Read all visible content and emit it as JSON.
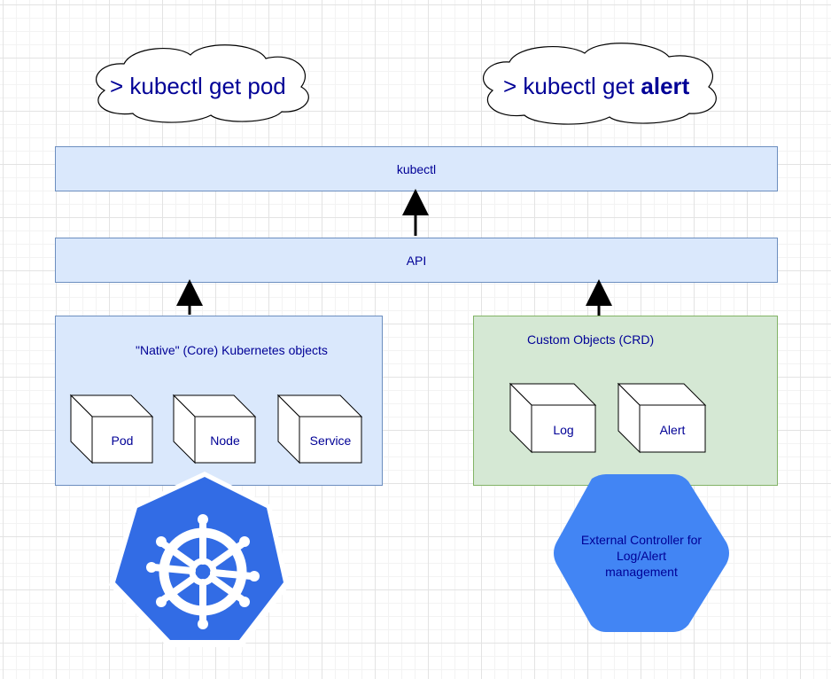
{
  "clouds": {
    "left": {
      "prefix": "> kubectl get pod",
      "bold": ""
    },
    "right": {
      "prefix": "> kubectl get ",
      "bold": "alert"
    }
  },
  "bars": {
    "kubectl": "kubectl",
    "api": "API"
  },
  "native_panel": {
    "title": "\"Native\" (Core) Kubernetes objects",
    "objects": [
      "Pod",
      "Node",
      "Service"
    ]
  },
  "custom_panel": {
    "title": "Custom Objects (CRD)",
    "objects": [
      "Log",
      "Alert"
    ]
  },
  "controller": {
    "label_line1": "External Controller for",
    "label_line2": "Log/Alert",
    "label_line3": "management"
  },
  "icons": {
    "kubernetes_logo": "kubernetes-helm-wheel-logo"
  },
  "colors": {
    "text": "#000096",
    "blue_fill": "#dae8fc",
    "blue_stroke": "#6c8ebf",
    "green_fill": "#d5e8d4",
    "green_stroke": "#82b366",
    "k8s_blue": "#326ce5",
    "controller_blue": "#4285f4"
  }
}
